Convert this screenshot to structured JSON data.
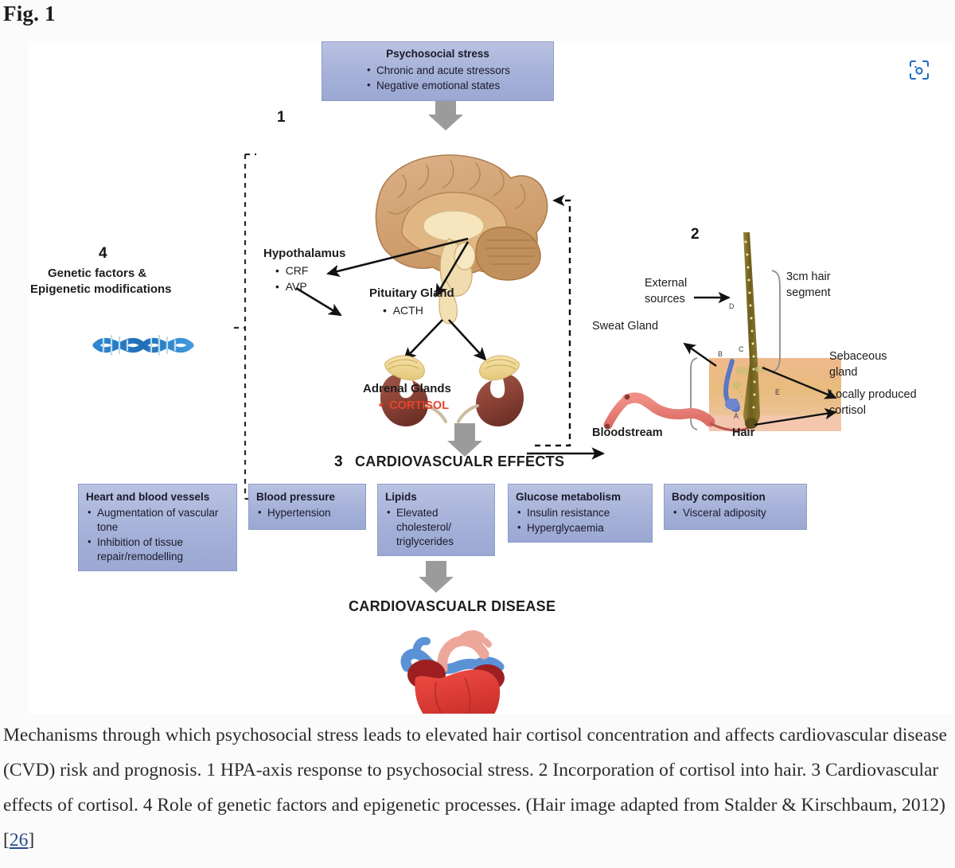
{
  "figure": {
    "label": "Fig. 1",
    "capture_icon": "capture-lens-icon"
  },
  "diagram": {
    "step_numbers": {
      "one": "1",
      "two": "2",
      "three": "3",
      "four": "4"
    },
    "stress_box": {
      "title": "Psychosocial stress",
      "items": [
        "Chronic and acute stressors",
        "Negative emotional states"
      ]
    },
    "hpa": {
      "hypothalamus_title": "Hypothalamus",
      "hypothalamus_items": [
        "CRF",
        "AVP"
      ],
      "pituitary_title": "Pituitary Gland",
      "pituitary_items": [
        "ACTH"
      ],
      "adrenal_title": "Adrenal Glands",
      "adrenal_item": "CORTISOL",
      "adrenal_item_color": "#e8442a",
      "brain_icon": "brain-illustration",
      "adrenal_icon": "adrenal-glands-illustration"
    },
    "genetics": {
      "line1": "Genetic factors &",
      "line2": "Epigenetic modifications",
      "dna_icon": "dna-helix-illustration"
    },
    "hair": {
      "external_sources_line1": "External",
      "external_sources_line2": "sources",
      "sweat_gland": "Sweat Gland",
      "segment_line1": "3cm hair",
      "segment_line2": "segment",
      "sebaceous_line1": "Sebaceous",
      "sebaceous_line2": "gland",
      "local_cortisol_line1": "Locally produced",
      "local_cortisol_line2": "cortisol",
      "bloodstream": "Bloodstream",
      "hair_label": "Hair",
      "markers": [
        "A",
        "B",
        "C",
        "D",
        "E"
      ],
      "skin_icon": "skin-cross-section-illustration",
      "vessel_icon": "blood-vessel-illustration"
    },
    "effects": {
      "heading": "CARDIOVASCUALR EFFECTS",
      "boxes": [
        {
          "title": "Heart and blood vessels",
          "items": [
            "Augmentation of vascular tone",
            "Inhibition of tissue repair/remodelling"
          ]
        },
        {
          "title": "Blood pressure",
          "items": [
            "Hypertension"
          ]
        },
        {
          "title": "Lipids",
          "items": [
            "Elevated cholesterol/ triglycerides"
          ]
        },
        {
          "title": "Glucose metabolism",
          "items": [
            "Insulin resistance",
            "Hyperglycaemia"
          ]
        },
        {
          "title": "Body composition",
          "items": [
            "Visceral adiposity"
          ]
        }
      ]
    },
    "disease": {
      "heading": "CARDIOVASCUALR DISEASE",
      "heart_icon": "heart-illustration"
    },
    "colors": {
      "box_fill": "#a5b1d8",
      "box_border": "#8e9cc9",
      "arrow_gray": "#9b9b9b",
      "cortisol_red": "#e8442a",
      "link_blue": "#2a4b8d"
    }
  },
  "caption": {
    "text": "Mechanisms through which psychosocial stress leads to elevated hair cortisol concentration and affects cardiovascular disease (CVD) risk and prognosis. 1 HPA-axis response to psychosocial stress. 2 Incorporation of cortisol into hair. 3 Cardiovascular effects of cortisol. 4 Role of genetic factors and epigenetic processes. (Hair image adapted from Stalder & Kirschbaum, 2012) ",
    "citation": "26",
    "bracket_open": "[",
    "bracket_close": "]"
  }
}
